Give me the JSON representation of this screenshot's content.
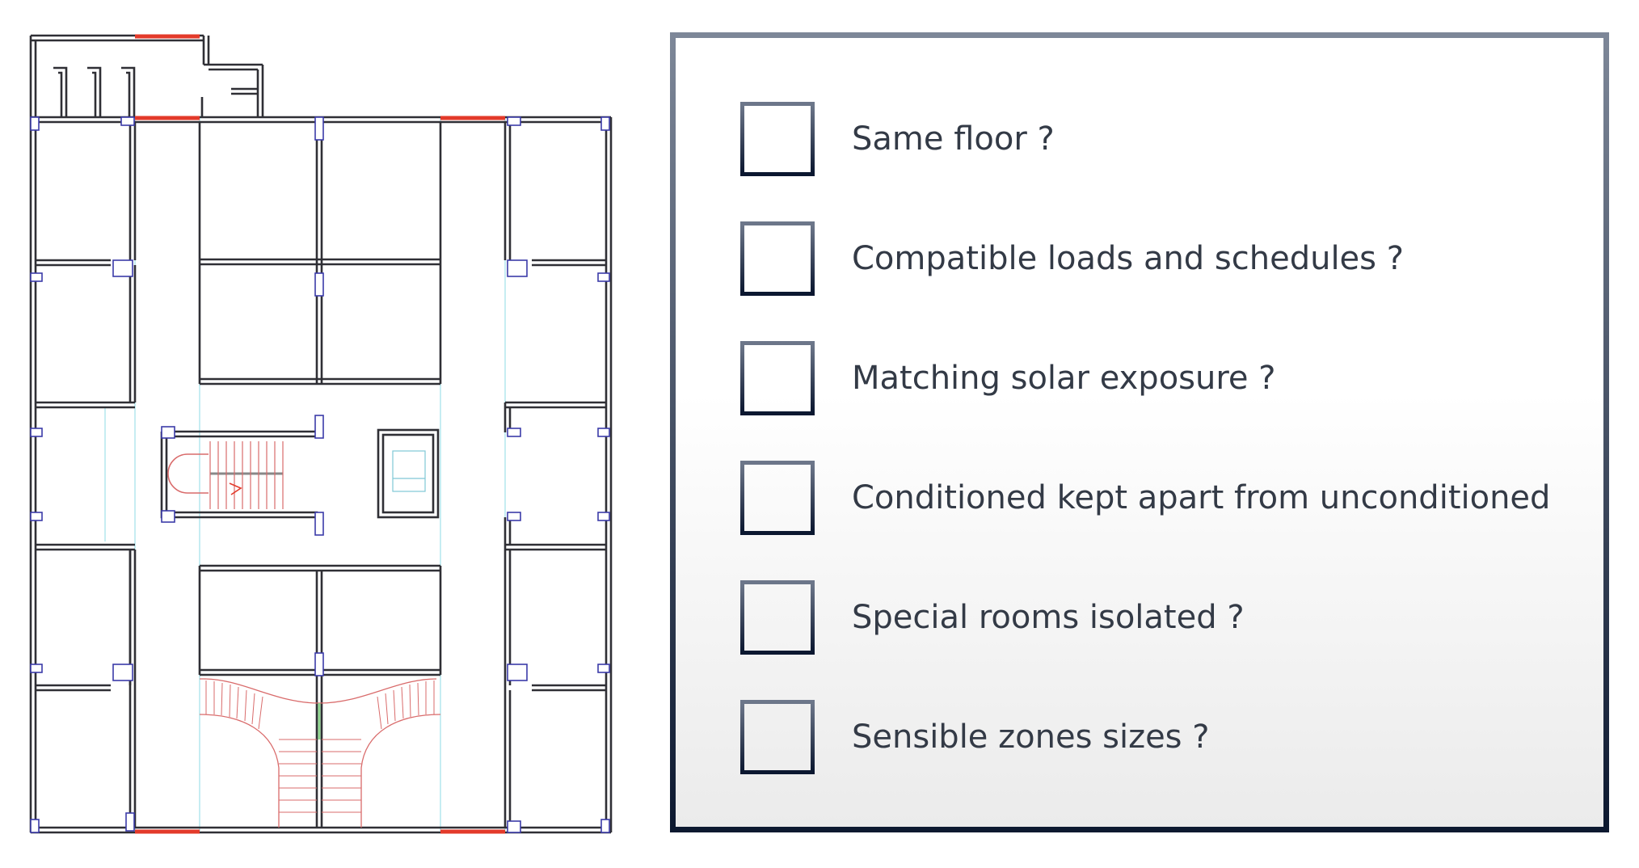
{
  "colors": {
    "wall": "#2f2f35",
    "column": "#3b3ba8",
    "opening": "#e33a2a",
    "grid": "#a8e3ea",
    "stair": "#d96b6b",
    "checkbox_border_top": "#6d778a",
    "checkbox_border_bottom": "#0b1730",
    "label_text": "#333a46"
  },
  "floor_plan": {
    "icons": [
      "floor-plan-drawing",
      "central-staircase",
      "elevator-shaft",
      "curved-double-staircase"
    ]
  },
  "checklist": {
    "items": [
      {
        "label": "Same floor ?",
        "checked": false
      },
      {
        "label": "Compatible loads and schedules ?",
        "checked": false
      },
      {
        "label": "Matching solar exposure ?",
        "checked": false
      },
      {
        "label": "Conditioned kept apart from unconditioned",
        "checked": false
      },
      {
        "label": "Special rooms isolated ?",
        "checked": false
      },
      {
        "label": "Sensible zones sizes ?",
        "checked": false
      }
    ]
  }
}
